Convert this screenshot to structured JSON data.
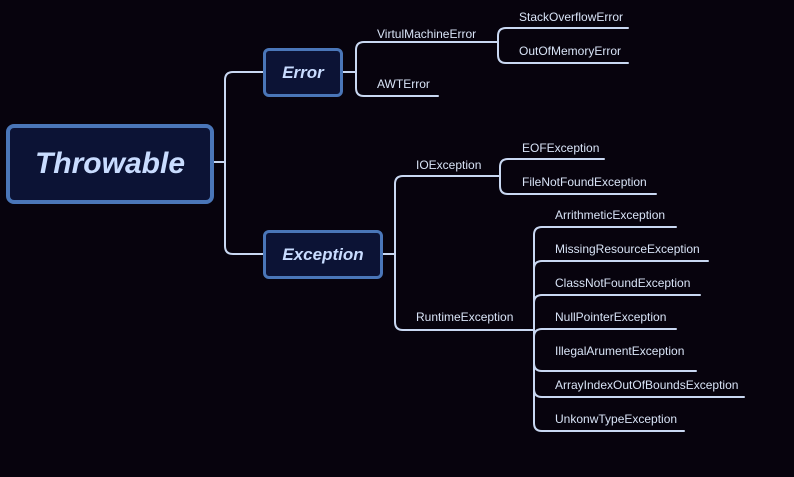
{
  "root": {
    "label": "Throwable"
  },
  "branches": {
    "error": {
      "label": "Error",
      "children": {
        "virtual_machine_error": {
          "label": "VirtulMachineError",
          "children": [
            "StackOverflowError",
            "OutOfMemoryError"
          ]
        },
        "awt_error": {
          "label": "AWTError"
        }
      }
    },
    "exception": {
      "label": "Exception",
      "children": {
        "io_exception": {
          "label": "IOException",
          "children": [
            "EOFException",
            "FileNotFoundException"
          ]
        },
        "runtime_exception": {
          "label": "RuntimeException",
          "children": [
            "ArrithmeticException",
            "MissingResourceException",
            "ClassNotFoundException",
            "NullPointerException",
            "IllegalArumentException",
            "ArrayIndexOutOfBoundsException",
            "UnkonwTypeException"
          ]
        }
      }
    }
  },
  "colors": {
    "background": "#07030d",
    "node_fill": "#0c1335",
    "node_border": "#4a76b8",
    "node_text": "#c9dcff",
    "line": "#c9d8f2",
    "leaf_text": "#d8e3f6"
  }
}
